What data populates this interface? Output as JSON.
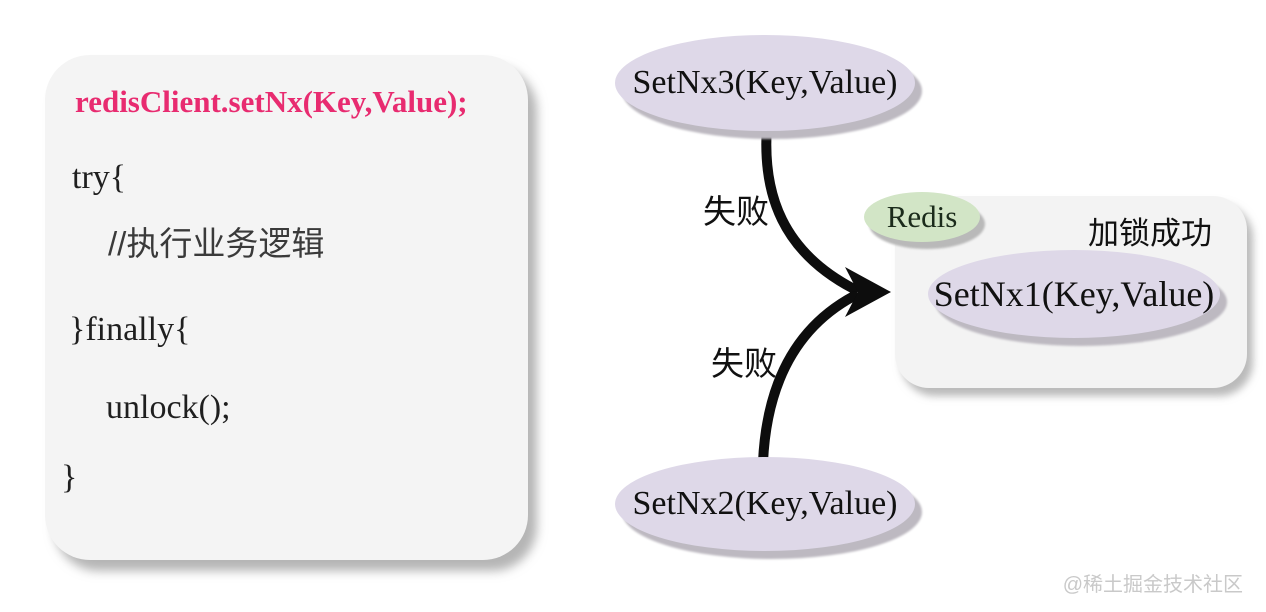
{
  "code": {
    "lines": [
      "redisClient.setNx(Key,Value);",
      "try{",
      "//执行业务逻辑",
      "}finally{",
      "unlock();",
      "}"
    ]
  },
  "diagram": {
    "node_setnx3": "SetNx3(Key,Value)",
    "node_setnx2": "SetNx2(Key,Value)",
    "node_setnx1": "SetNx1(Key,Value)",
    "node_redis": "Redis",
    "label_fail_top": "失败",
    "label_fail_bottom": "失败",
    "label_lock_success": "加锁成功"
  },
  "watermark": "@稀土掘金技术社区",
  "colors": {
    "accent-pink": "#e82b70",
    "node-fill": "#ded8e8",
    "node-shadow": "#bdb9c1",
    "redis-fill": "#d2e5c6",
    "panel-bg": "#f3f3f3",
    "codebox-bg": "#f4f4f4",
    "arrow-black": "#0d0d0d",
    "watermark-gray": "#c9c9c9"
  }
}
